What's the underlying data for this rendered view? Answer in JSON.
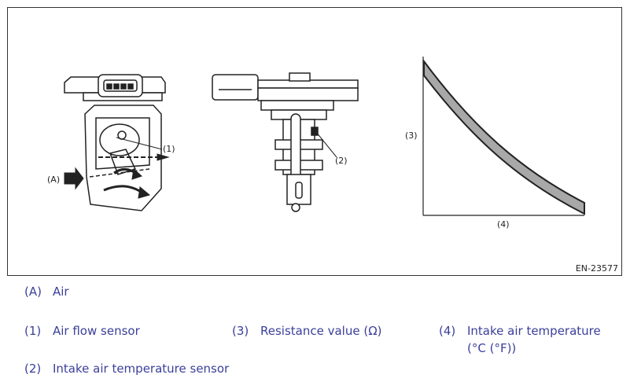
{
  "figure": {
    "code": "EN-23577",
    "labels": {
      "A": "(A)",
      "n1": "(1)",
      "n2": "(2)",
      "n3": "(3)",
      "n4": "(4)"
    }
  },
  "legend": [
    {
      "key": "(A)",
      "text": "Air"
    },
    {
      "key": "(1)",
      "text": "Air flow sensor"
    },
    {
      "key": "(2)",
      "text": "Intake air temperature sensor"
    },
    {
      "key": "(3)",
      "text": "Resistance value (Ω)"
    },
    {
      "key": "(4)",
      "text": "Intake air temperature (°C (°F))"
    }
  ],
  "colors": {
    "legend_text": "#3b3f9a",
    "curve_fill": "#a8a8a8",
    "line": "#222222"
  }
}
